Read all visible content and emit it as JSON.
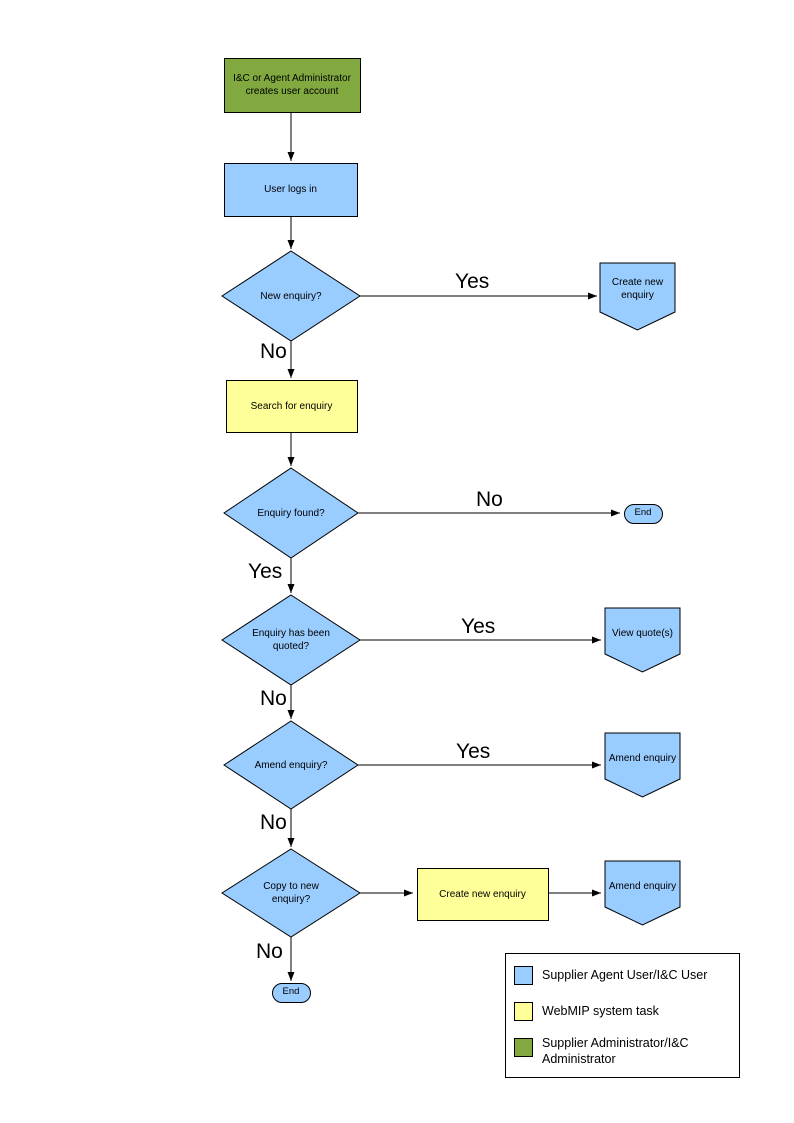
{
  "diagram": {
    "colors": {
      "blue": "#99CCFF",
      "yellow": "#FFFF99",
      "green": "#81A940",
      "stroke": "#000000",
      "background": "#FFFFFF"
    },
    "nodes": {
      "create_account": {
        "label": "I&C or Agent Administrator creates user account",
        "type": "process"
      },
      "user_logs_in": {
        "label": "User logs in",
        "type": "process"
      },
      "new_enquiry": {
        "label": "New enquiry?",
        "type": "decision"
      },
      "create_new_enquiry_offpage": {
        "label": "Create new enquiry",
        "type": "offpage-connector"
      },
      "search_for_enquiry": {
        "label": "Search for enquiry",
        "type": "process"
      },
      "enquiry_found": {
        "label": "Enquiry found?",
        "type": "decision"
      },
      "end_1": {
        "label": "End",
        "type": "terminator"
      },
      "enquiry_quoted": {
        "label": "Enquiry has been quoted?",
        "type": "decision"
      },
      "view_quotes": {
        "label": "View quote(s)",
        "type": "offpage-connector"
      },
      "amend_enquiry_decision": {
        "label": "Amend enquiry?",
        "type": "decision"
      },
      "amend_enquiry_offpage_1": {
        "label": "Amend enquiry",
        "type": "offpage-connector"
      },
      "copy_to_new_enquiry": {
        "label": "Copy to new enquiry?",
        "type": "decision"
      },
      "create_new_enquiry_task": {
        "label": "Create new enquiry",
        "type": "process"
      },
      "amend_enquiry_offpage_2": {
        "label": "Amend enquiry",
        "type": "offpage-connector"
      },
      "end_2": {
        "label": "End",
        "type": "terminator"
      }
    },
    "branch_labels": {
      "new_enquiry_yes": "Yes",
      "new_enquiry_no": "No",
      "enquiry_found_no": "No",
      "enquiry_found_yes": "Yes",
      "enquiry_quoted_yes": "Yes",
      "enquiry_quoted_no": "No",
      "amend_enquiry_yes": "Yes",
      "amend_enquiry_no": "No",
      "copy_to_new_no": "No"
    },
    "legend": {
      "items": [
        {
          "swatch": "blue",
          "label": "Supplier Agent User/I&C User"
        },
        {
          "swatch": "yellow",
          "label": "WebMIP system task"
        },
        {
          "swatch": "green",
          "label": "Supplier Administrator/I&C Administrator"
        }
      ]
    }
  }
}
